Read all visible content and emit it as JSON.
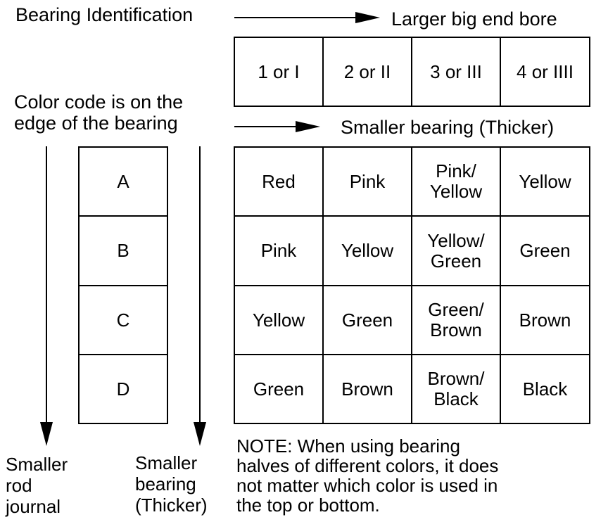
{
  "title": "Bearing Identification",
  "header_arrow_label": "Larger big end bore",
  "bore_codes": [
    "1 or I",
    "2 or II",
    "3 or III",
    "4 or IIII"
  ],
  "color_code_note": "Color code is on the edge of the bearing",
  "color_code_note_lines": [
    "Color code is on the",
    "edge of the bearing"
  ],
  "table_arrow_label": "Smaller bearing (Thicker)",
  "journal_codes": [
    "A",
    "B",
    "C",
    "D"
  ],
  "colors": [
    [
      "Red",
      "Pink",
      "Pink/ Yellow",
      "Yellow"
    ],
    [
      "Pink",
      "Yellow",
      "Yellow/ Green",
      "Green"
    ],
    [
      "Yellow",
      "Green",
      "Green/ Brown",
      "Brown"
    ],
    [
      "Green",
      "Brown",
      "Brown/ Black",
      "Black"
    ]
  ],
  "left_arrow_label": "Smaller rod journal",
  "mid_arrow_label": "Smaller bearing (Thicker)",
  "note": "NOTE: When using bearing halves of different colors, it does not matter which color is used in the top or bottom."
}
